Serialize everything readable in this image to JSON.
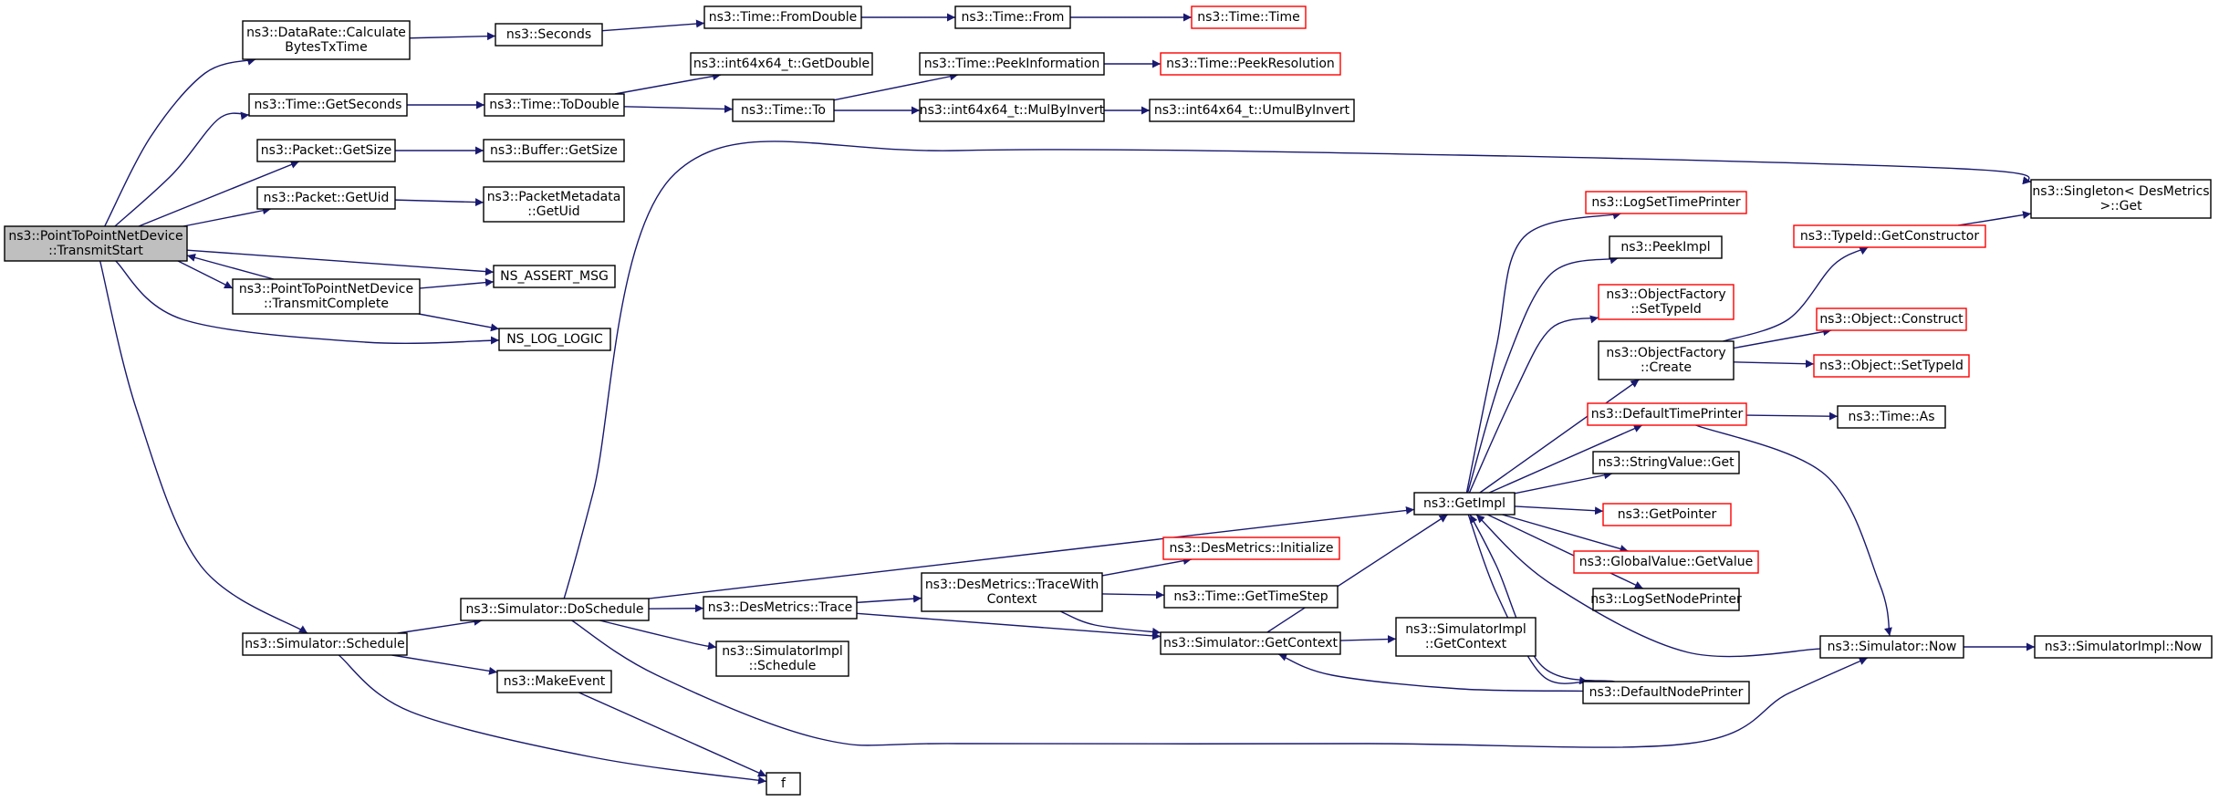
{
  "graph": {
    "nodes": [
      {
        "id": "pp_ts",
        "lines": [
          "ns3::PointToPointNetDevice",
          "::TransmitStart"
        ],
        "root": true
      },
      {
        "id": "dr_calc",
        "lines": [
          "ns3::DataRate::Calculate",
          "BytesTxTime"
        ]
      },
      {
        "id": "seconds",
        "lines": [
          "ns3::Seconds"
        ]
      },
      {
        "id": "t_fromdouble",
        "lines": [
          "ns3::Time::FromDouble"
        ]
      },
      {
        "id": "t_from",
        "lines": [
          "ns3::Time::From"
        ]
      },
      {
        "id": "t_time",
        "lines": [
          "ns3::Time::Time"
        ],
        "red": true
      },
      {
        "id": "t_getseconds",
        "lines": [
          "ns3::Time::GetSeconds"
        ]
      },
      {
        "id": "t_todouble",
        "lines": [
          "ns3::Time::ToDouble"
        ]
      },
      {
        "id": "i64_getdouble",
        "lines": [
          "ns3::int64x64_t::GetDouble"
        ]
      },
      {
        "id": "t_peekinfo",
        "lines": [
          "ns3::Time::PeekInformation"
        ]
      },
      {
        "id": "t_peekres",
        "lines": [
          "ns3::Time::PeekResolution"
        ],
        "red": true
      },
      {
        "id": "t_to",
        "lines": [
          "ns3::Time::To"
        ]
      },
      {
        "id": "i64_mulbyinvert",
        "lines": [
          "ns3::int64x64_t::MulByInvert"
        ]
      },
      {
        "id": "i64_umulbyinvert",
        "lines": [
          "ns3::int64x64_t::UmulByInvert"
        ]
      },
      {
        "id": "pkt_getsize",
        "lines": [
          "ns3::Packet::GetSize"
        ]
      },
      {
        "id": "buf_getsize",
        "lines": [
          "ns3::Buffer::GetSize"
        ]
      },
      {
        "id": "pkt_getuid",
        "lines": [
          "ns3::Packet::GetUid"
        ]
      },
      {
        "id": "pm_getuid",
        "lines": [
          "ns3::PacketMetadata",
          "::GetUid"
        ]
      },
      {
        "id": "ns_assert_msg",
        "lines": [
          "NS_ASSERT_MSG"
        ]
      },
      {
        "id": "pp_tc",
        "lines": [
          "ns3::PointToPointNetDevice",
          "::TransmitComplete"
        ]
      },
      {
        "id": "ns_log_logic",
        "lines": [
          "NS_LOG_LOGIC"
        ]
      },
      {
        "id": "singleton_get",
        "lines": [
          "ns3::Singleton< DesMetrics",
          " >::Get"
        ]
      },
      {
        "id": "log_settimeprinter",
        "lines": [
          "ns3::LogSetTimePrinter"
        ],
        "red": true
      },
      {
        "id": "peekimpl",
        "lines": [
          "ns3::PeekImpl"
        ]
      },
      {
        "id": "of_settypeid",
        "lines": [
          "ns3::ObjectFactory",
          "::SetTypeId"
        ],
        "red": true
      },
      {
        "id": "typeid_getctor",
        "lines": [
          "ns3::TypeId::GetConstructor"
        ],
        "red": true
      },
      {
        "id": "obj_construct",
        "lines": [
          "ns3::Object::Construct"
        ],
        "red": true
      },
      {
        "id": "of_create",
        "lines": [
          "ns3::ObjectFactory",
          "::Create"
        ]
      },
      {
        "id": "obj_settypeid",
        "lines": [
          "ns3::Object::SetTypeId"
        ],
        "red": true
      },
      {
        "id": "default_timeprinter",
        "lines": [
          "ns3::DefaultTimePrinter"
        ],
        "red": true
      },
      {
        "id": "t_as",
        "lines": [
          "ns3::Time::As"
        ]
      },
      {
        "id": "sv_get",
        "lines": [
          "ns3::StringValue::Get"
        ]
      },
      {
        "id": "getimpl",
        "lines": [
          "ns3::GetImpl"
        ]
      },
      {
        "id": "getpointer",
        "lines": [
          "ns3::GetPointer"
        ],
        "red": true
      },
      {
        "id": "gv_getvalue",
        "lines": [
          "ns3::GlobalValue::GetValue"
        ],
        "red": true
      },
      {
        "id": "log_setnodeprinter",
        "lines": [
          "ns3::LogSetNodePrinter"
        ]
      },
      {
        "id": "dm_initialize",
        "lines": [
          "ns3::DesMetrics::Initialize"
        ],
        "red": true
      },
      {
        "id": "dm_tracewithctx",
        "lines": [
          "ns3::DesMetrics::TraceWith",
          "Context"
        ]
      },
      {
        "id": "t_gettimestep",
        "lines": [
          "ns3::Time::GetTimeStep"
        ]
      },
      {
        "id": "sim_doschedule",
        "lines": [
          "ns3::Simulator::DoSchedule"
        ]
      },
      {
        "id": "dm_trace",
        "lines": [
          "ns3::DesMetrics::Trace"
        ]
      },
      {
        "id": "simimpl_getctx",
        "lines": [
          "ns3::SimulatorImpl",
          "::GetContext"
        ]
      },
      {
        "id": "sim_schedule",
        "lines": [
          "ns3::Simulator::Schedule"
        ]
      },
      {
        "id": "sim_getctx",
        "lines": [
          "ns3::Simulator::GetContext"
        ]
      },
      {
        "id": "sim_now",
        "lines": [
          "ns3::Simulator::Now"
        ]
      },
      {
        "id": "simimpl_now",
        "lines": [
          "ns3::SimulatorImpl::Now"
        ]
      },
      {
        "id": "simimpl_schedule",
        "lines": [
          "ns3::SimulatorImpl",
          "::Schedule"
        ]
      },
      {
        "id": "makeevent",
        "lines": [
          "ns3::MakeEvent"
        ]
      },
      {
        "id": "default_nodeprinter",
        "lines": [
          "ns3::DefaultNodePrinter"
        ]
      },
      {
        "id": "f",
        "lines": [
          "f"
        ]
      }
    ],
    "edges": [
      [
        "pp_ts",
        "dr_calc"
      ],
      [
        "pp_ts",
        "t_getseconds"
      ],
      [
        "pp_ts",
        "pkt_getsize"
      ],
      [
        "pp_ts",
        "pkt_getuid"
      ],
      [
        "pp_ts",
        "ns_assert_msg"
      ],
      [
        "pp_ts",
        "pp_tc"
      ],
      [
        "pp_ts",
        "ns_log_logic"
      ],
      [
        "pp_ts",
        "sim_schedule"
      ],
      [
        "pp_tc",
        "pp_ts"
      ],
      [
        "pp_tc",
        "ns_assert_msg"
      ],
      [
        "pp_tc",
        "ns_log_logic"
      ],
      [
        "dr_calc",
        "seconds"
      ],
      [
        "seconds",
        "t_fromdouble"
      ],
      [
        "t_fromdouble",
        "t_from"
      ],
      [
        "t_from",
        "t_time"
      ],
      [
        "t_getseconds",
        "t_todouble"
      ],
      [
        "t_todouble",
        "i64_getdouble"
      ],
      [
        "t_todouble",
        "t_to"
      ],
      [
        "t_to",
        "t_peekinfo"
      ],
      [
        "t_to",
        "i64_mulbyinvert"
      ],
      [
        "t_peekinfo",
        "t_peekres"
      ],
      [
        "i64_mulbyinvert",
        "i64_umulbyinvert"
      ],
      [
        "pkt_getsize",
        "buf_getsize"
      ],
      [
        "pkt_getuid",
        "pm_getuid"
      ],
      [
        "sim_schedule",
        "sim_doschedule"
      ],
      [
        "sim_schedule",
        "makeevent"
      ],
      [
        "sim_schedule",
        "f"
      ],
      [
        "makeevent",
        "f"
      ],
      [
        "sim_doschedule",
        "singleton_get"
      ],
      [
        "sim_doschedule",
        "getimpl"
      ],
      [
        "sim_doschedule",
        "dm_trace"
      ],
      [
        "sim_doschedule",
        "simimpl_schedule"
      ],
      [
        "sim_doschedule",
        "sim_now"
      ],
      [
        "dm_trace",
        "dm_tracewithctx"
      ],
      [
        "dm_trace",
        "sim_getctx"
      ],
      [
        "dm_tracewithctx",
        "dm_initialize"
      ],
      [
        "dm_tracewithctx",
        "t_gettimestep"
      ],
      [
        "dm_tracewithctx",
        "sim_getctx"
      ],
      [
        "sim_getctx",
        "getimpl"
      ],
      [
        "sim_getctx",
        "simimpl_getctx"
      ],
      [
        "getimpl",
        "log_settimeprinter"
      ],
      [
        "getimpl",
        "peekimpl"
      ],
      [
        "getimpl",
        "of_settypeid"
      ],
      [
        "getimpl",
        "of_create"
      ],
      [
        "getimpl",
        "default_timeprinter"
      ],
      [
        "getimpl",
        "sv_get"
      ],
      [
        "getimpl",
        "getpointer"
      ],
      [
        "getimpl",
        "gv_getvalue"
      ],
      [
        "getimpl",
        "log_setnodeprinter"
      ],
      [
        "getimpl",
        "default_nodeprinter"
      ],
      [
        "of_create",
        "typeid_getctor"
      ],
      [
        "of_create",
        "obj_construct"
      ],
      [
        "of_create",
        "obj_settypeid"
      ],
      [
        "typeid_getctor",
        "singleton_get"
      ],
      [
        "default_timeprinter",
        "t_as"
      ],
      [
        "default_timeprinter",
        "sim_now"
      ],
      [
        "sim_now",
        "getimpl"
      ],
      [
        "sim_now",
        "simimpl_now"
      ],
      [
        "default_nodeprinter",
        "getimpl"
      ],
      [
        "default_nodeprinter",
        "sim_getctx"
      ]
    ]
  }
}
